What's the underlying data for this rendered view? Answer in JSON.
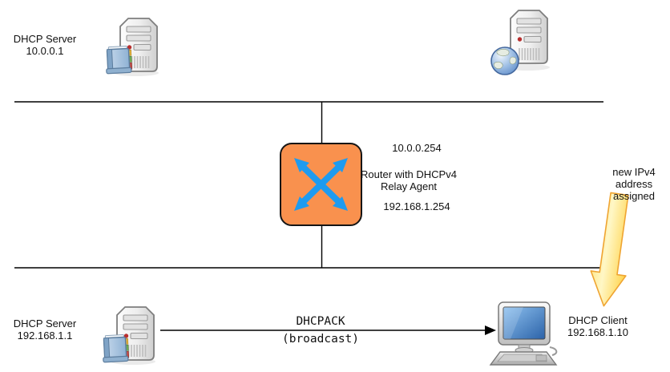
{
  "diagram": {
    "nodes": {
      "dhcp_server_top": {
        "label": "DHCP Server",
        "address": "10.0.0.1",
        "icon": "server-tower-with-book-icon"
      },
      "internet_server": {
        "icon": "server-tower-with-globe-icon"
      },
      "router": {
        "upper_interface_address": "10.0.0.254",
        "label": "Router with DHCPv4 Relay Agent",
        "lower_interface_address": "192.168.1.254",
        "icon": "crossed-arrows-icon"
      },
      "dhcp_server_bottom": {
        "label": "DHCP Server",
        "address": "192.168.1.1",
        "icon": "server-tower-with-book-icon"
      },
      "dhcp_client": {
        "label": "DHCP Client",
        "address": "192.168.1.10",
        "icon": "desktop-computer-icon"
      }
    },
    "message_arrow": {
      "label": "DHCPACK",
      "sublabel": "(broadcast)"
    },
    "annotation": {
      "text": "new IPv4 address assigned",
      "icon": "yellow-down-arrow-callout"
    },
    "colors": {
      "router_fill": "#F9914E",
      "router_border": "#151515",
      "router_arrow_blue": "#1E9BF0",
      "callout_yellow_light": "#FFF7C6",
      "callout_yellow_dark": "#FFD34B",
      "callout_border": "#EFA431",
      "line": "#000000"
    }
  }
}
